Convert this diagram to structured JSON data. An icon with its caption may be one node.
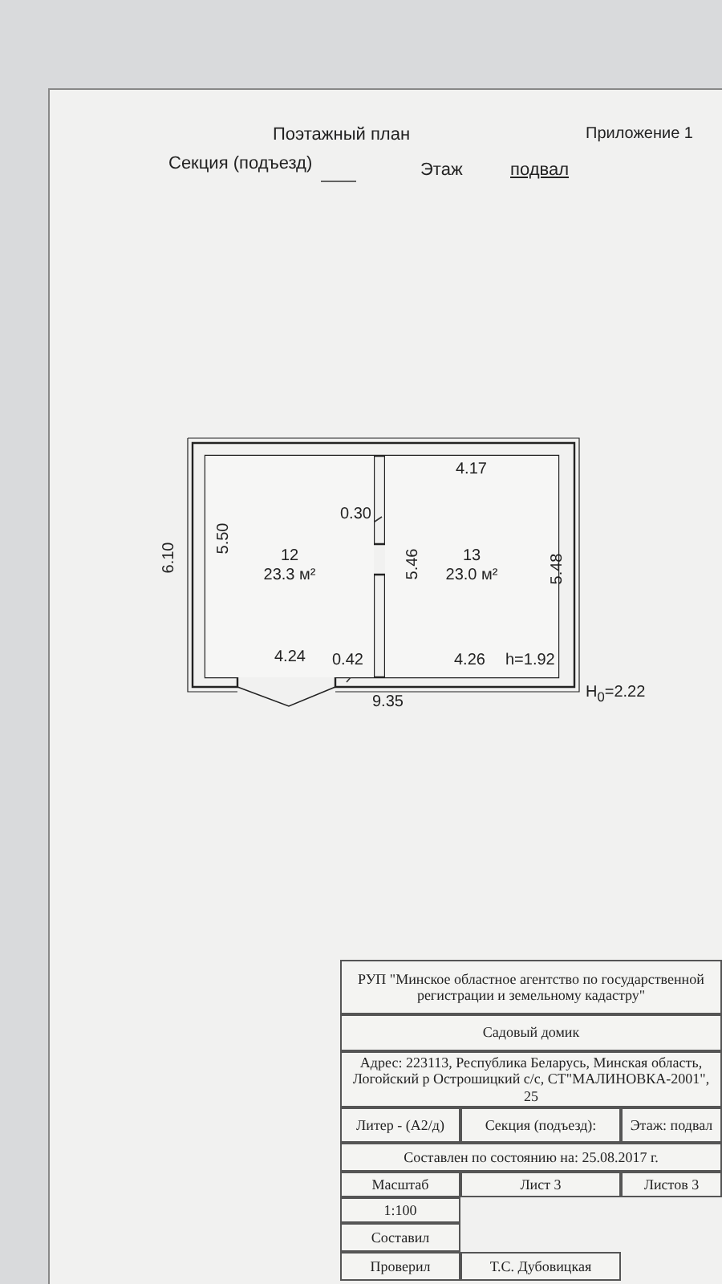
{
  "diagram": {
    "title": "Поэтажный план",
    "nodes": [
      {
        "text": [
          "12",
          "23.3 м²"
        ]
      },
      {
        "text": [
          "13",
          "23.0 м²"
        ]
      }
    ],
    "edges": [],
    "labels": [
      "Приложение 1",
      "Секция (подъезд)",
      "Этаж",
      "подвал",
      "6.10",
      "5.50",
      "0.30",
      "5.46",
      "4.17",
      "5.48",
      "4.24",
      "0.42",
      "4.26",
      "h=1.92",
      "9.35",
      "H$_{0}$=2.22",
      "РУП \"Минское областное агентство по государственной регистрации и земельному кадастру\"",
      "Садовый домик",
      "Адрес: 223113, Республика Беларусь, Минская область, Логойский р Острошицкий с/с, СТ\"МАЛИНОВКА-2001\", 25",
      "Литер - (А2/д)",
      "Секция (подъезд):",
      "Этаж: подвал",
      "Составлен по состоянию на: 25.08.2017 г.",
      "Масштаб",
      "Лист 3",
      "Листов 3",
      "1:100",
      "Составил",
      "Проверил",
      "Т.С. Дубовицкая"
    ]
  }
}
